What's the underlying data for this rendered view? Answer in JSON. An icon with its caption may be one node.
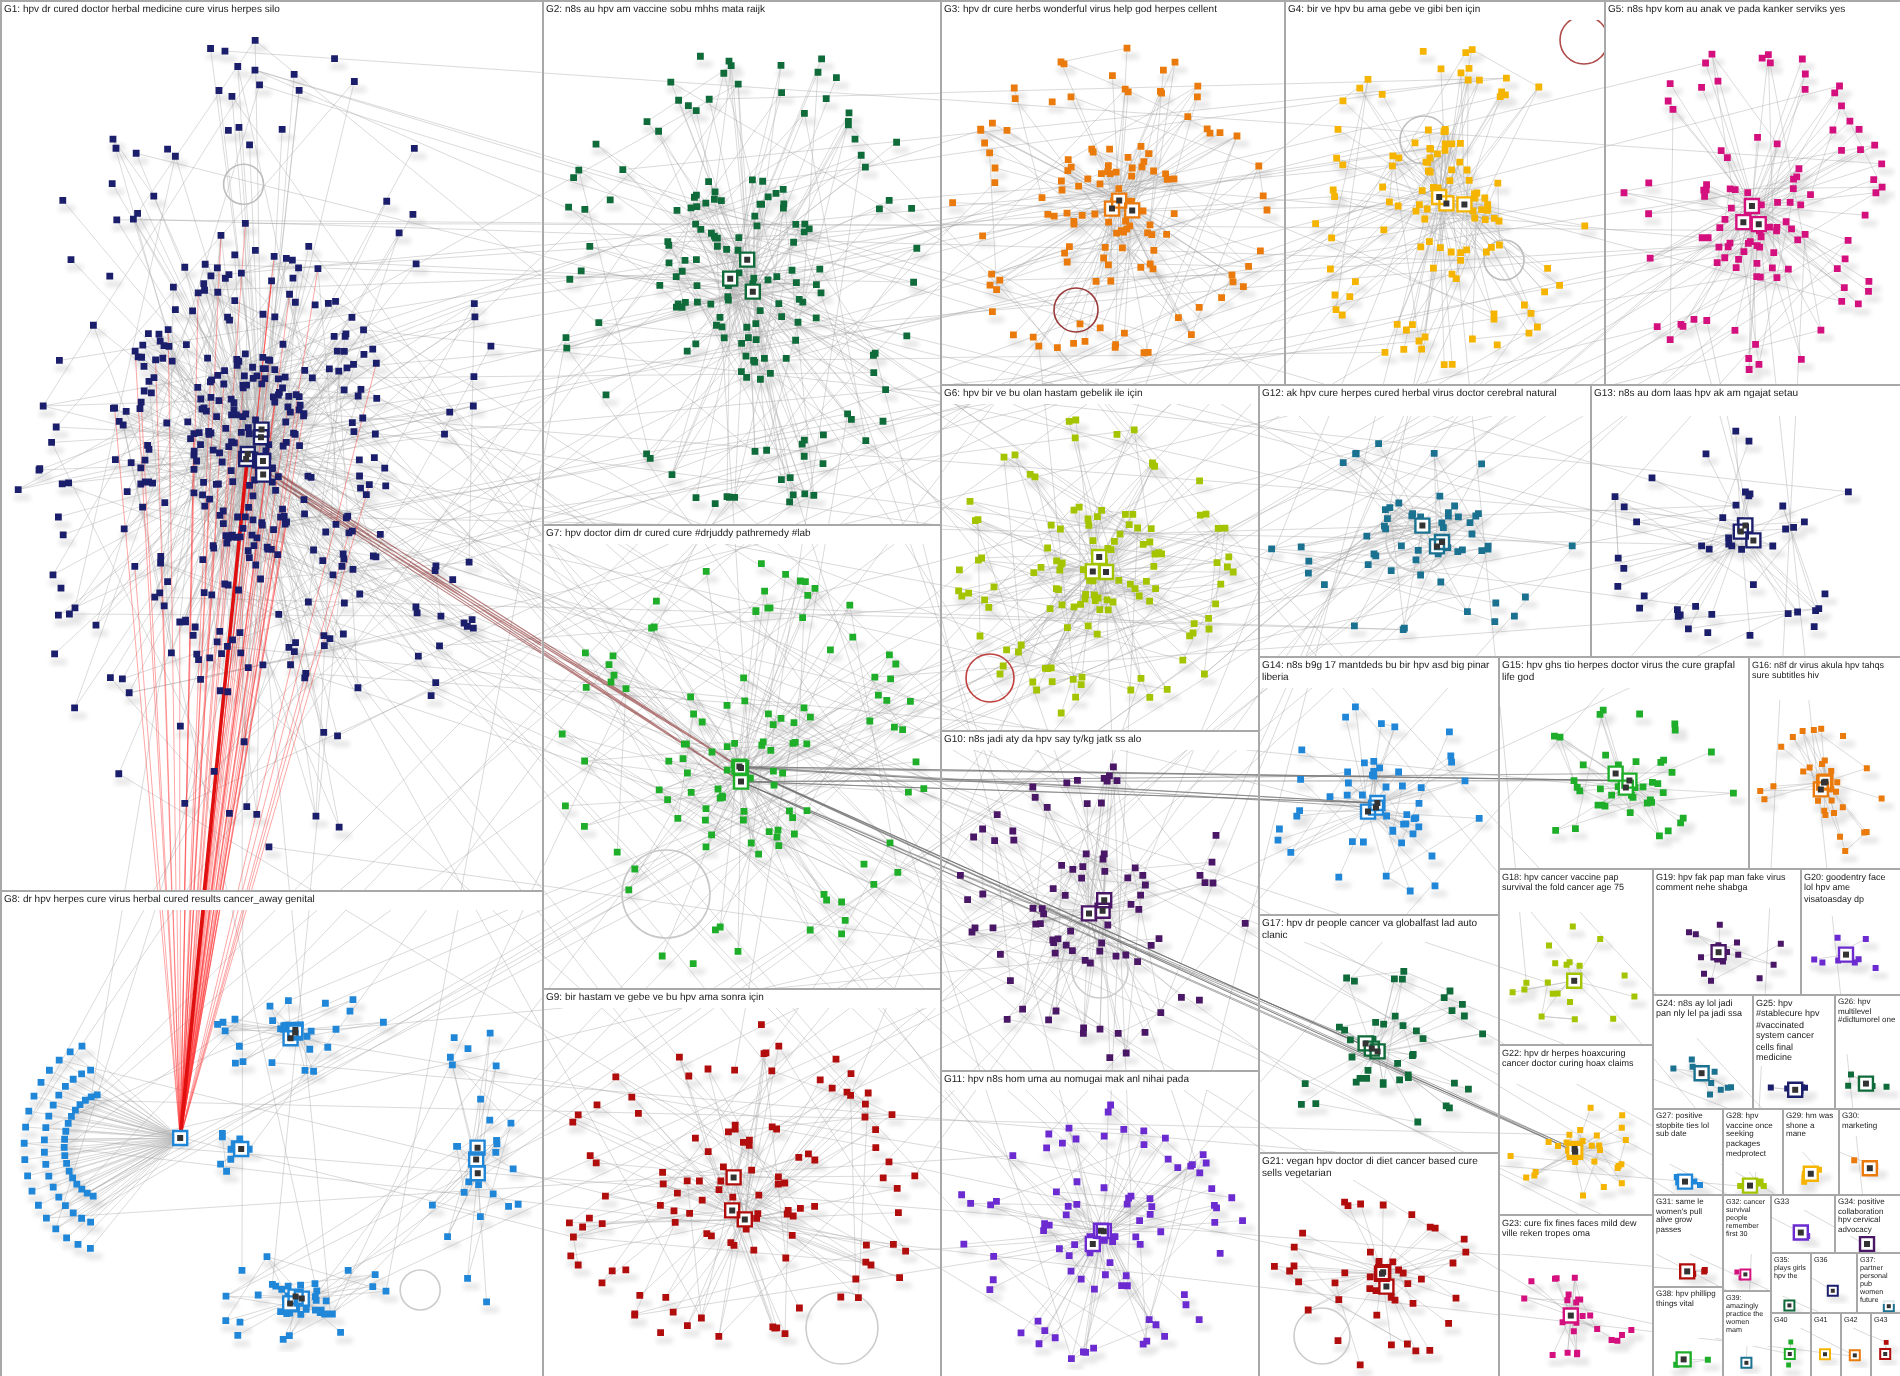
{
  "diagram": {
    "nodes": [
      {
        "text": [
          "G1: hpv dr cured doctor herbal medicine cure virus herpes silo"
        ]
      },
      {
        "text": [
          "G2: n8s au hpv am vaccine sobu mhhs mata raijk"
        ]
      },
      {
        "text": [
          "G3: hpv dr cure herbs wonderful virus help god herpes cellent"
        ]
      },
      {
        "text": [
          "G4: bir ve hpv bu ama gebe ve gibi ben için"
        ]
      },
      {
        "text": [
          "G5: n8s hpv kom au anak ve pada kanker serviks yes"
        ]
      },
      {
        "text": [
          "G6: hpv bir ve bu olan hastam gebelik ile için"
        ]
      },
      {
        "text": [
          "G7: hpv doctor dim dr cured cure #drjuddy pathremedy #lab"
        ]
      },
      {
        "text": [
          "G8: dr hpv herpes cure virus herbal cured results cancer_away genital"
        ]
      },
      {
        "text": [
          "G9: bir hastam ve gebe ve bu hpv ama sonra için"
        ]
      },
      {
        "text": [
          "G10: n8s jadi aty da hpv say ty/kg jatk ss alo"
        ]
      },
      {
        "text": [
          "G11: hpv n8s hom uma au nomugai mak anl nihai pada"
        ]
      },
      {
        "text": [
          "G12: ak hpv cure herpes cured herbal virus doctor cerebral natural"
        ]
      },
      {
        "text": [
          "G13: n8s au dom laas hpv ak am ngajat setau"
        ]
      },
      {
        "text": [
          "G14: n8s b9g 17 mantdeds bu bir hpv asd big pinar liberia"
        ]
      },
      {
        "text": [
          "G15: hpv ghs tio herpes doctor virus the cure grapfal life god"
        ]
      },
      {
        "text": [
          "G16: n8f dr virus akula hpv tahqs sure subtitles hiv"
        ]
      },
      {
        "text": [
          "G17: hpv dr people cancer va globalfast lad auto clanic"
        ]
      },
      {
        "text": [
          "G18: hpv cancer vaccine pap survival the fold cancer age 75"
        ]
      },
      {
        "text": [
          "G19: hpv fak pap man fake virus comment nehe shabga"
        ]
      },
      {
        "text": [
          "G20: goodentry face lol hpv ame visatoasday dp"
        ]
      },
      {
        "text": [
          "G21: vegan hpv doctor di diet cancer based cure sells vegetarian"
        ]
      },
      {
        "text": [
          "G22: hpv dr herpes hoaxcuring cancer doctor curing hoax claims"
        ]
      },
      {
        "text": [
          "G23: cure fix fines faces mild dew ville reken tropes oma"
        ]
      },
      {
        "text": [
          "G24: n8s ay lol jadi pan nly lel pa jadi ssa"
        ]
      },
      {
        "text": [
          "G25: hpv #stablecure hpv #vaccinated system cancer cells final medicine"
        ]
      },
      {
        "text": [
          "G26: hpv multilevel #didtumorel one"
        ]
      },
      {
        "text": [
          "G27: positive stopbite ties lol sub date"
        ]
      },
      {
        "text": [
          "G28: hpv vaccine once seeking packages medprotect"
        ]
      },
      {
        "text": [
          "G29: hm was shone a mane"
        ]
      },
      {
        "text": [
          "G30: marketing"
        ]
      },
      {
        "text": [
          "G31: same le women's pull alive grow passes"
        ]
      },
      {
        "text": [
          "G32: cancer survival people remember first 30"
        ]
      },
      {
        "text": [
          "G33"
        ]
      },
      {
        "text": [
          "G34: positive collaboration hpv cervical advocacy"
        ]
      },
      {
        "text": [
          "G35: plays girls hpv the"
        ]
      },
      {
        "text": [
          "G36"
        ]
      },
      {
        "text": [
          "G37: partner personal pub women future"
        ]
      },
      {
        "text": [
          "G38: hpv phillipg things vital"
        ]
      },
      {
        "text": [
          "G39: amazingly practice the women mam"
        ]
      },
      {
        "text": [
          "G40"
        ]
      },
      {
        "text": [
          "G41"
        ]
      },
      {
        "text": [
          "G42"
        ]
      },
      {
        "text": [
          "G43"
        ]
      }
    ]
  }
}
